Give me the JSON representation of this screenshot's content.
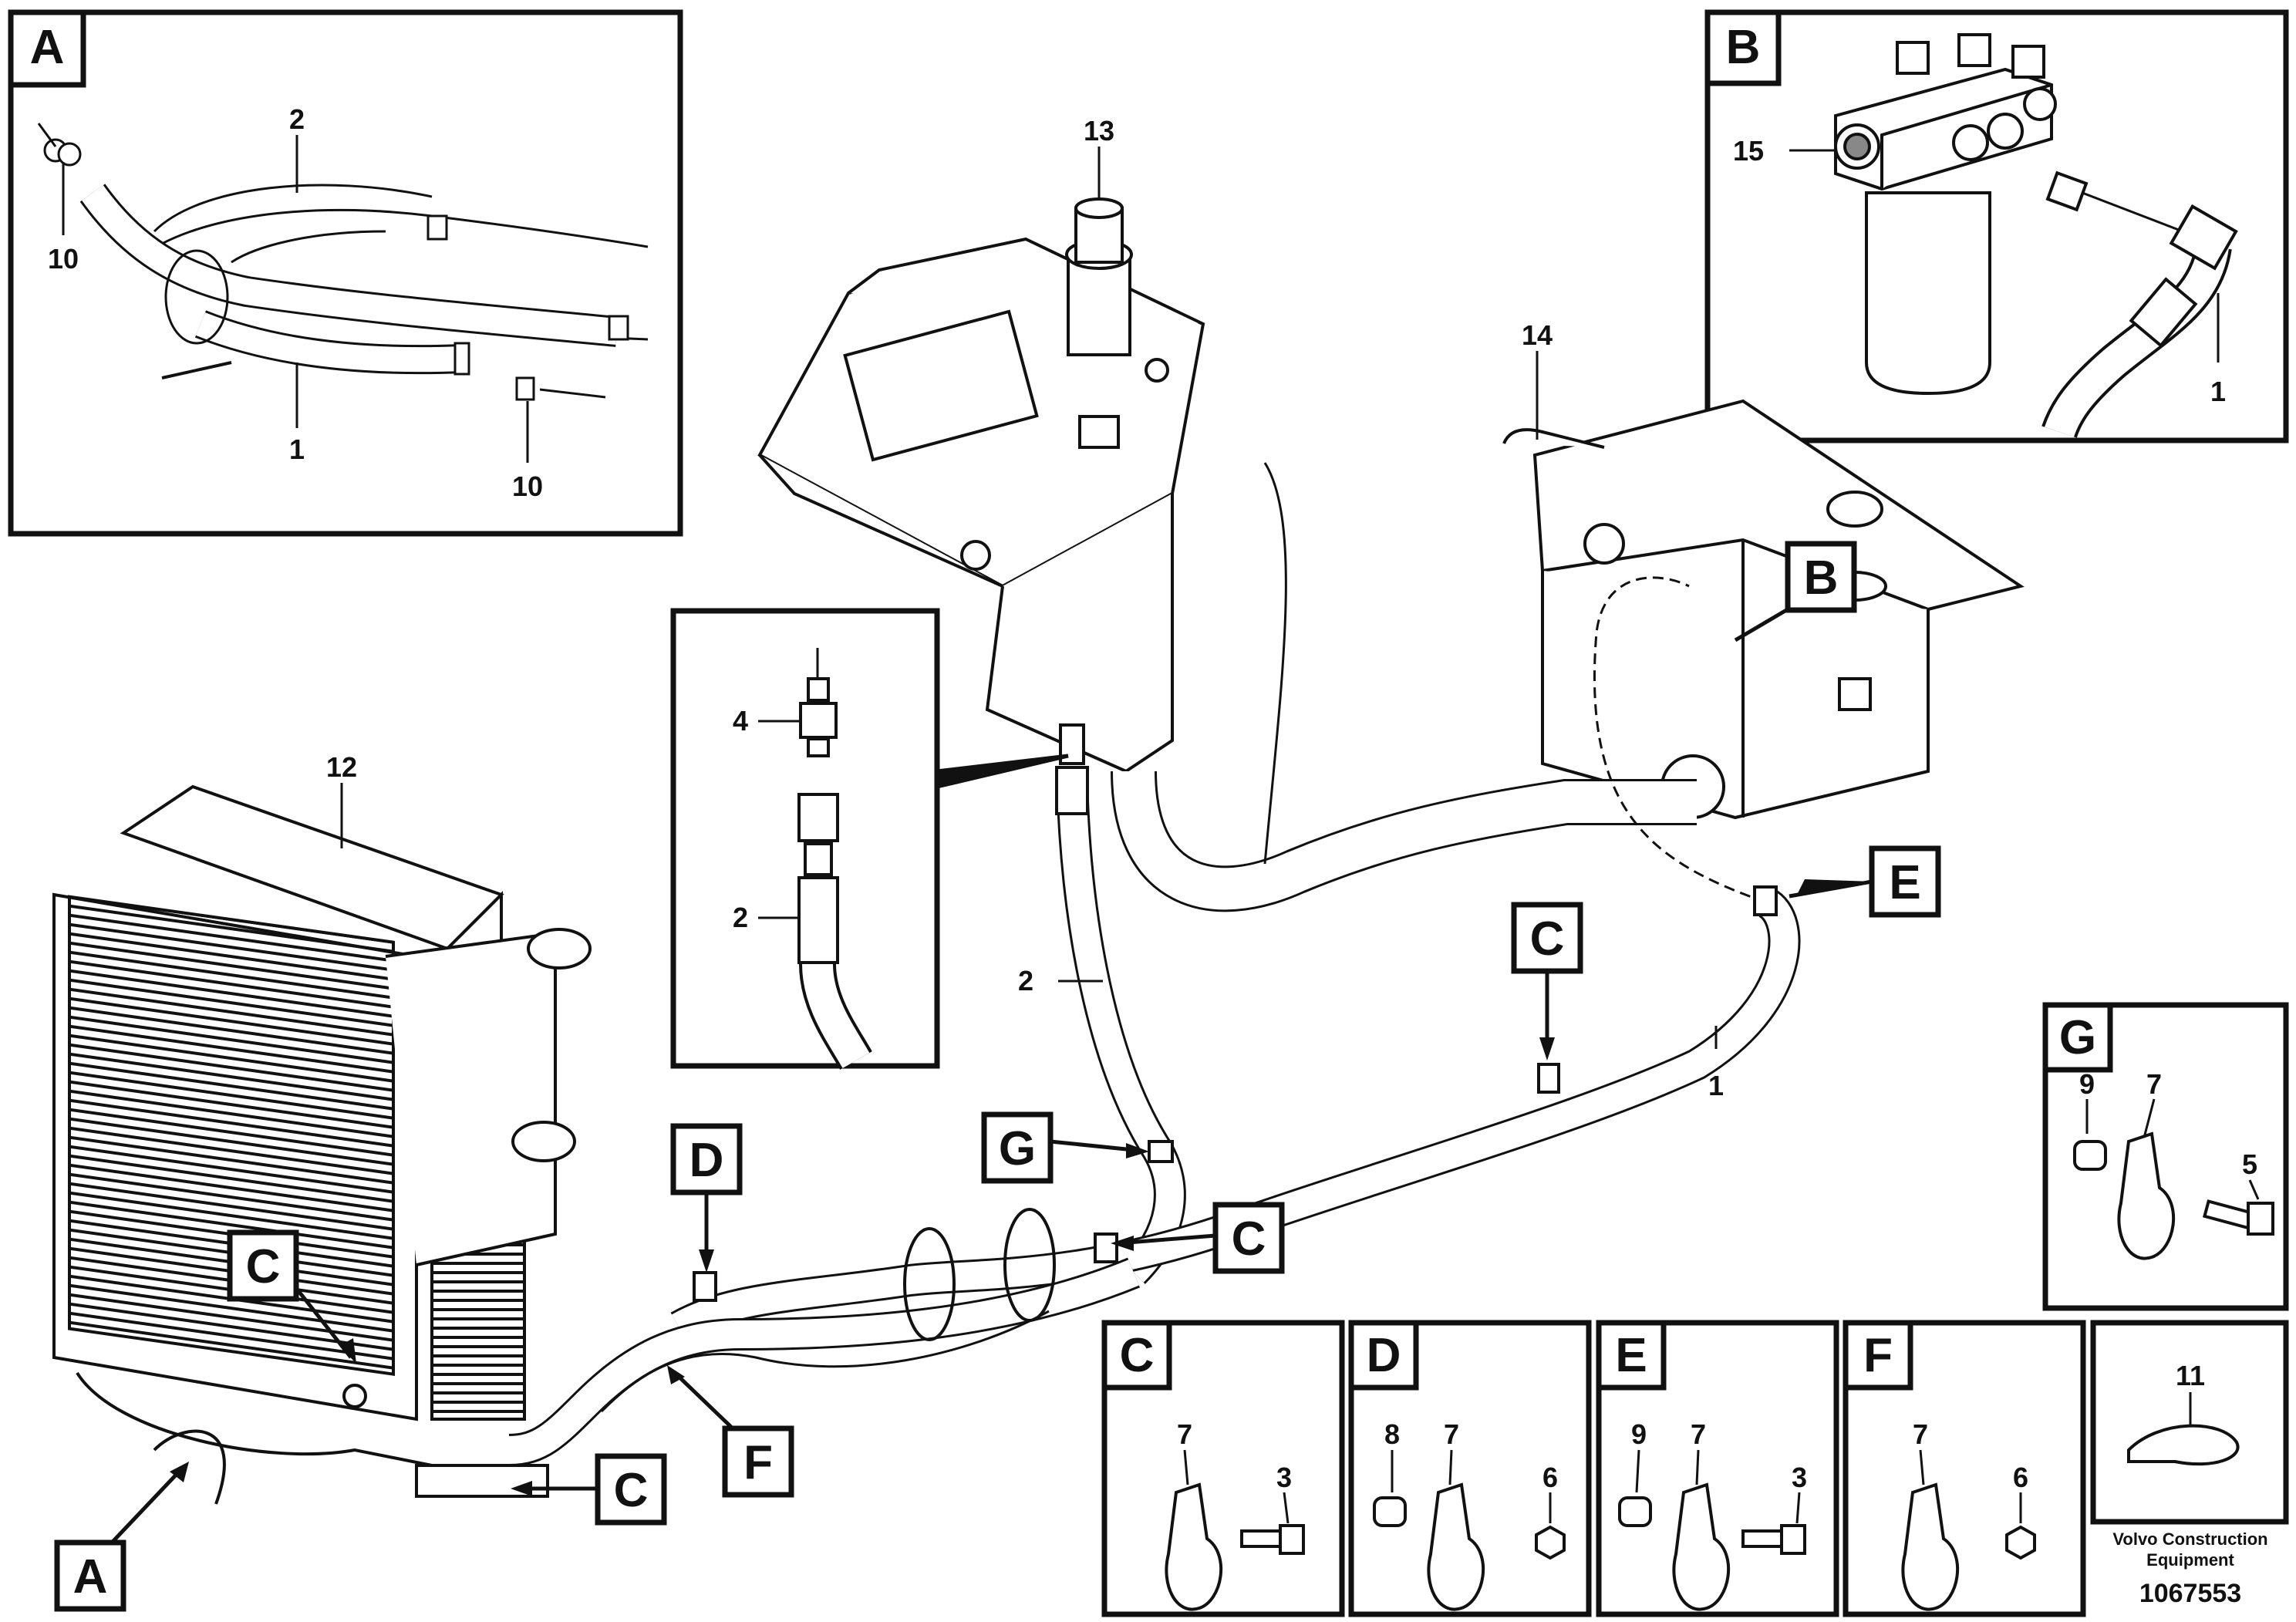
{
  "callouts": {
    "n1_a": "1",
    "n2_a": "2",
    "n10_a": "10",
    "n10_b": "10",
    "n13": "13",
    "n14": "14",
    "n15": "15",
    "n1_b": "1",
    "n12": "12",
    "n4": "4",
    "n2_b": "2",
    "n2_c": "2",
    "n1_c": "1",
    "g9": "9",
    "g7": "7",
    "g5": "5",
    "c7": "7",
    "c3": "3",
    "d8": "8",
    "d7": "7",
    "d6": "6",
    "e9": "9",
    "e7": "7",
    "e3": "3",
    "f7": "7",
    "f6": "6",
    "n11": "11"
  },
  "view_letters": {
    "A_inset": "A",
    "B_inset": "B",
    "B_main": "B",
    "E_main": "E",
    "C_top": "C",
    "C_mid": "C",
    "C_left": "C",
    "C_bottom": "C",
    "G_main": "G",
    "D_main": "D",
    "F_main": "F",
    "A_main": "A",
    "G_detail": "G",
    "C_detail": "C",
    "D_detail": "D",
    "E_detail": "E",
    "F_detail": "F"
  },
  "footer": {
    "brand_line1": "Volvo Construction",
    "brand_line2": "Equipment",
    "part_number": "1067553"
  }
}
